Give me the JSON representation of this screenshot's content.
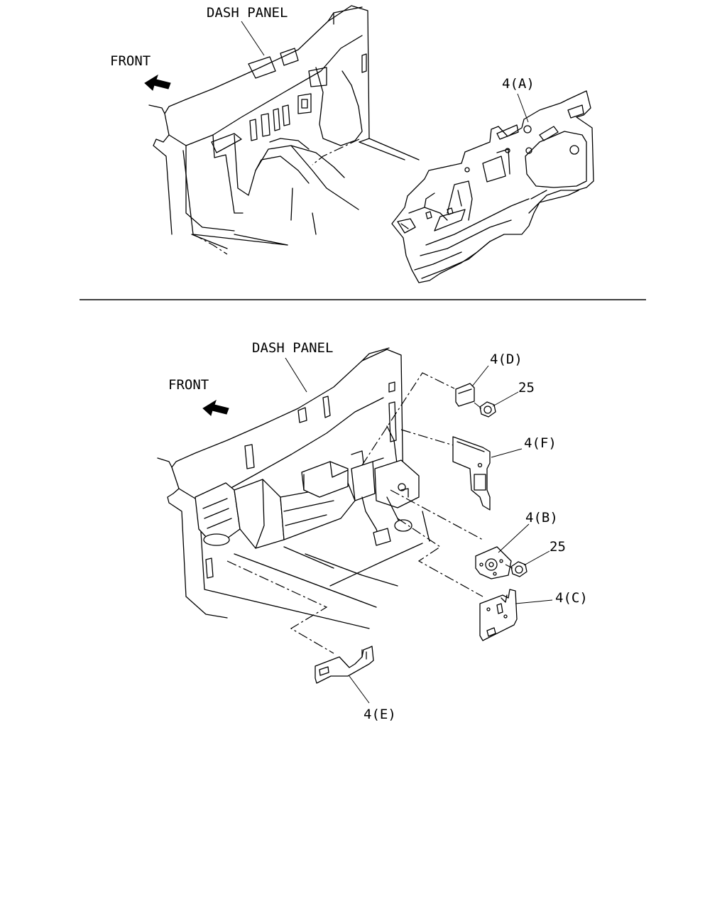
{
  "top_view": {
    "dash_panel_label": "DASH PANEL",
    "front_label": "FRONT",
    "part_a_label": "4(A)"
  },
  "bottom_view": {
    "dash_panel_label": "DASH PANEL",
    "front_label": "FRONT",
    "part_d_label": "4(D)",
    "nut_upper_label": "25",
    "part_f_label": "4(F)",
    "part_b_label": "4(B)",
    "nut_lower_label": "25",
    "part_c_label": "4(C)",
    "part_e_label": "4(E)"
  }
}
